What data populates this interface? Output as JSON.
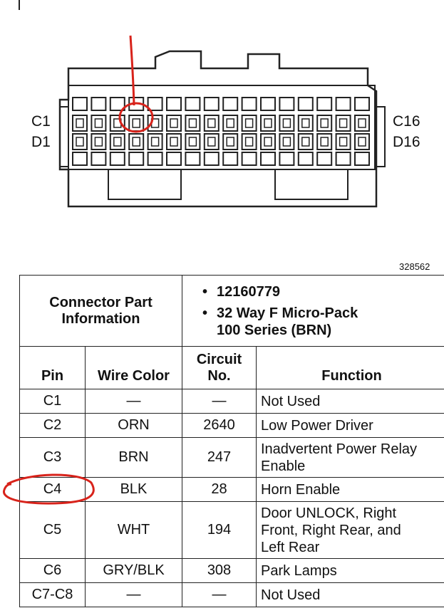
{
  "diagram": {
    "left_top_label": "C1",
    "left_bottom_label": "D1",
    "right_top_label": "C16",
    "right_bottom_label": "D16",
    "figure_id": "328562",
    "pins_per_row": 16
  },
  "table": {
    "info_title_line1": "Connector Part",
    "info_title_line2": "Information",
    "part_number": "12160779",
    "part_desc_line1": "32 Way F Micro-Pack",
    "part_desc_line2": "100 Series (BRN)",
    "headers": {
      "pin": "Pin",
      "wire_color": "Wire Color",
      "circuit_line1": "Circuit",
      "circuit_line2": "No.",
      "function": "Function"
    },
    "rows": [
      {
        "pin": "C1",
        "wire": "—",
        "circuit": "—",
        "function": [
          "Not Used"
        ]
      },
      {
        "pin": "C2",
        "wire": "ORN",
        "circuit": "2640",
        "function": [
          "Low Power Driver"
        ]
      },
      {
        "pin": "C3",
        "wire": "BRN",
        "circuit": "247",
        "function": [
          "Inadvertent Power Relay",
          "Enable"
        ]
      },
      {
        "pin": "C4",
        "wire": "BLK",
        "circuit": "28",
        "function": [
          "Horn Enable"
        ]
      },
      {
        "pin": "C5",
        "wire": "WHT",
        "circuit": "194",
        "function": [
          "Door UNLOCK, Right",
          "Front, Right Rear, and",
          "Left Rear"
        ]
      },
      {
        "pin": "C6",
        "wire": "GRY/BLK",
        "circuit": "308",
        "function": [
          "Park Lamps"
        ]
      },
      {
        "pin": "C7-C8",
        "wire": "—",
        "circuit": "—",
        "function": [
          "Not Used"
        ]
      }
    ]
  },
  "annotation_color": "#d8231b"
}
